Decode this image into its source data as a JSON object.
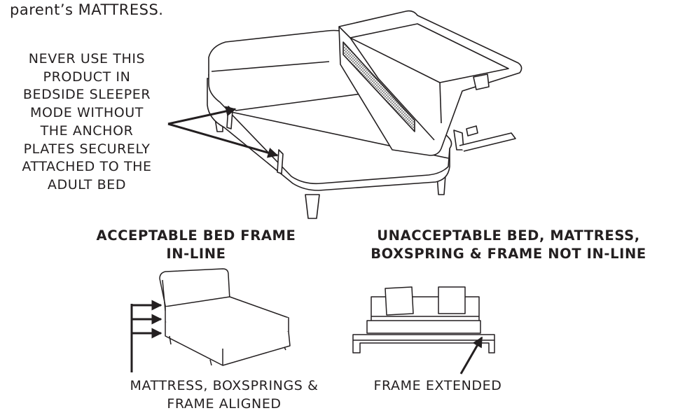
{
  "intro": {
    "text": "parent’s MATTRESS."
  },
  "warning": {
    "lines": [
      "NEVER USE THIS",
      "PRODUCT IN",
      "BEDSIDE SLEEPER",
      "MODE WITHOUT",
      "THE ANCHOR",
      "PLATES SECURELY",
      "ATTACHED TO THE",
      "ADULT BED"
    ]
  },
  "acceptable": {
    "heading_line1": "ACCEPTABLE BED FRAME",
    "heading_line2": "IN-LINE",
    "caption_line1": "MATTRESS, BOXSPRINGS &",
    "caption_line2": "FRAME ALIGNED"
  },
  "unacceptable": {
    "heading_line1": "UNACCEPTABLE BED, MATTRESS,",
    "heading_line2": "BOXSPRING & FRAME NOT IN-LINE",
    "caption": "FRAME EXTENDED"
  }
}
